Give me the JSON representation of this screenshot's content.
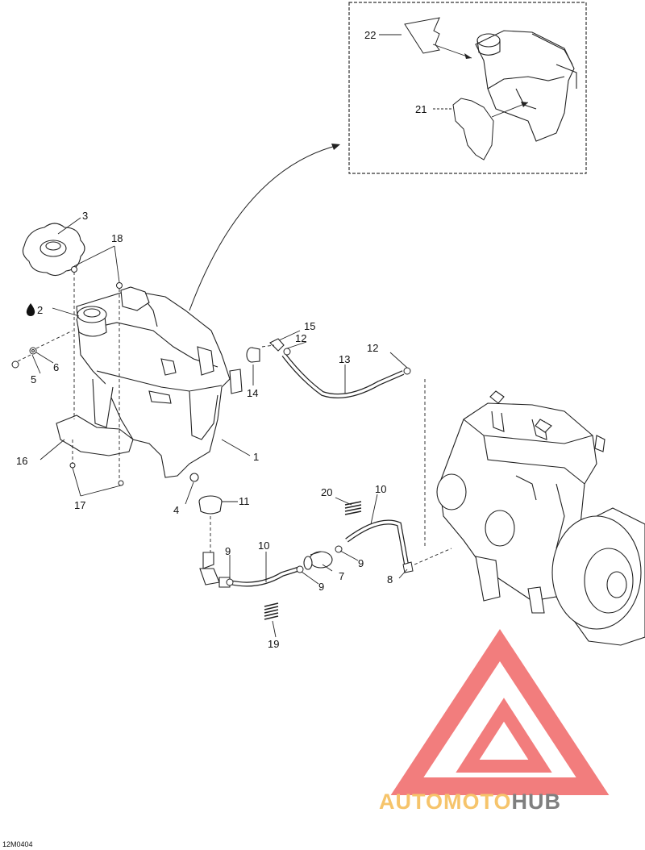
{
  "diagram": {
    "drawing_code": "12M0404",
    "oil_symbol": "oil-drop-icon",
    "callouts": {
      "c1": "1",
      "c2": "2",
      "c3": "3",
      "c4": "4",
      "c5": "5",
      "c6": "6",
      "c7": "7",
      "c8": "8",
      "c9a": "9",
      "c9b": "9",
      "c9c": "9",
      "c10a": "10",
      "c10b": "10",
      "c11": "11",
      "c12a": "12",
      "c12b": "12",
      "c13": "13",
      "c14": "14",
      "c15": "15",
      "c16": "16",
      "c17": "17",
      "c18": "18",
      "c19": "19",
      "c20": "20",
      "c21": "21",
      "c22": "22"
    }
  },
  "watermark": {
    "brand_part1": "AUTOMOTO",
    "brand_part2": "HUB",
    "color_primary": "#f27d7d",
    "color_accent": "#f6c46b",
    "color_dark": "#7f7f7f"
  }
}
